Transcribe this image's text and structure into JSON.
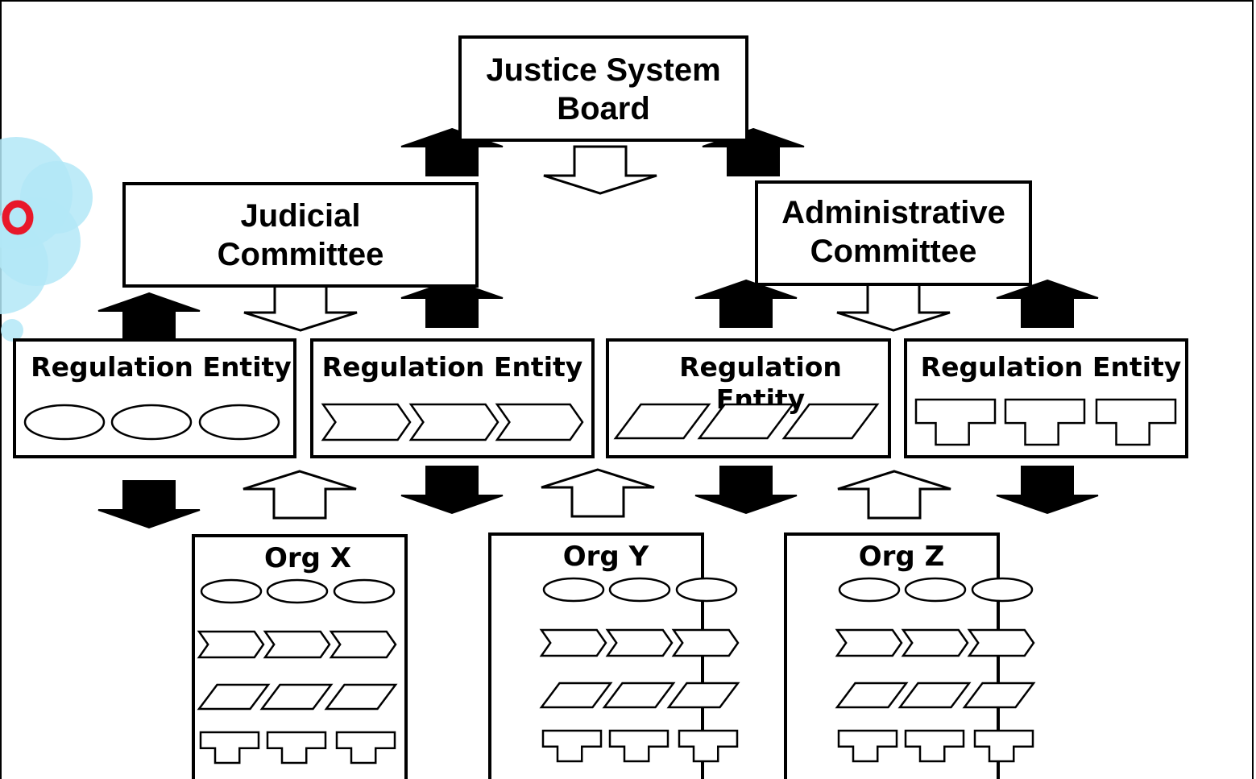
{
  "nodes": {
    "board": {
      "label": "Justice System\nBoard"
    },
    "judicial": {
      "label": "Judicial\nCommittee"
    },
    "administrative": {
      "label": "Administrative\nCommittee"
    }
  },
  "entities": [
    {
      "label": "Regulation Entity",
      "shape": "ellipse"
    },
    {
      "label": "Regulation Entity",
      "shape": "chevron"
    },
    {
      "label": "Regulation Entity",
      "shape": "parallelogram"
    },
    {
      "label": "Regulation Entity",
      "shape": "t-shape"
    }
  ],
  "orgs": [
    {
      "label": "Org X"
    },
    {
      "label": "Org Y"
    },
    {
      "label": "Org Z"
    }
  ],
  "decoration": {
    "cloud_color": "#b3e8f7",
    "ring_color": "#e8182a"
  }
}
